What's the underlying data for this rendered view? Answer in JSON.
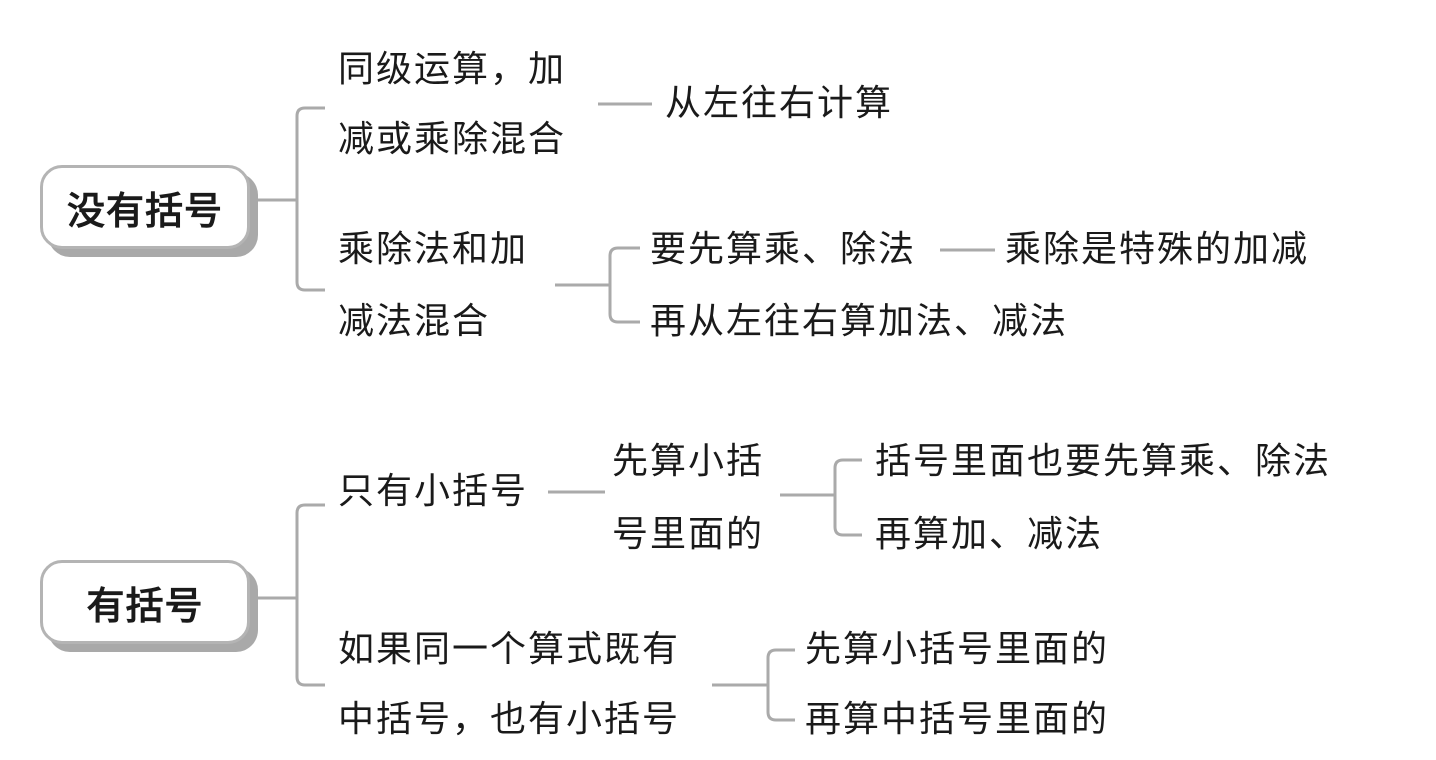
{
  "groups": [
    {
      "root": "没有括号",
      "branches": [
        {
          "lines": [
            "同级运算，加",
            "减或乘除混合"
          ],
          "children": [
            {
              "text": "从左往右计算"
            }
          ]
        },
        {
          "lines": [
            "乘除法和加",
            "减法混合"
          ],
          "children": [
            {
              "text": "要先算乘、除法",
              "note": "乘除是特殊的加减"
            },
            {
              "text": "再从左往右算加法、减法"
            }
          ]
        }
      ]
    },
    {
      "root": "有括号",
      "branches": [
        {
          "lines": [
            "只有小括号"
          ],
          "sub": {
            "lines": [
              "先算小括",
              "号里面的"
            ],
            "children": [
              {
                "text": "括号里面也要先算乘、除法"
              },
              {
                "text": "再算加、减法"
              }
            ]
          }
        },
        {
          "lines": [
            "如果同一个算式既有",
            "中括号，也有小括号"
          ],
          "children": [
            {
              "text": "先算小括号里面的"
            },
            {
              "text": "再算中括号里面的"
            }
          ]
        }
      ]
    }
  ],
  "colors": {
    "line": "#aaaaaa",
    "text": "#1a1a1a",
    "shadow": "#a9a9a9"
  }
}
